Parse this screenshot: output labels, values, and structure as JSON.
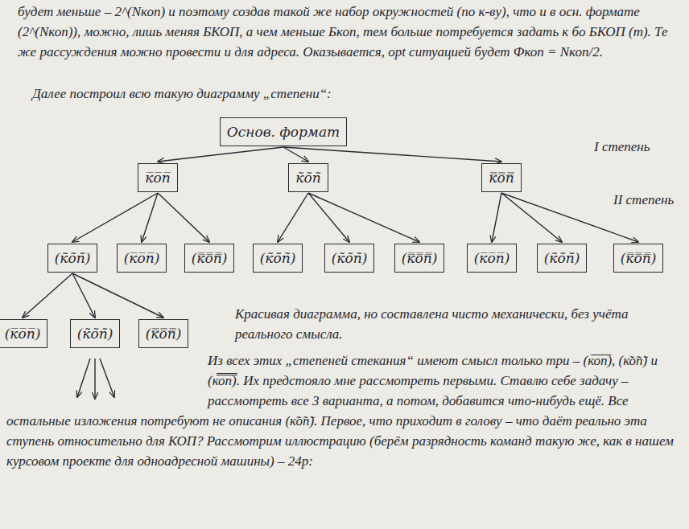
{
  "diagram": {
    "nodes": [
      {
        "text": [
          "Основ. формат"
        ]
      },
      {
        "text": [
          "к̅о̅п̅"
        ]
      },
      {
        "text": [
          "к̃о̃п̃"
        ]
      },
      {
        "text": [
          "к̿о̿п̿"
        ]
      },
      {
        "text": [
          "(к̃о̃п̃)"
        ]
      },
      {
        "text": [
          "(к̅о̅п̅)"
        ]
      },
      {
        "text": [
          "(к̿о̿п̿)"
        ]
      },
      {
        "text": [
          "(к̃о̃п̃)"
        ]
      },
      {
        "text": [
          "(к̃о̃п̃)"
        ]
      },
      {
        "text": [
          "(к̿о̿п̿)"
        ]
      },
      {
        "text": [
          "(к̅о̅п̅)"
        ]
      },
      {
        "text": [
          "(к̃о̃п̃)"
        ]
      },
      {
        "text": [
          "(к̿о̿п̿)"
        ]
      },
      {
        "text": [
          "(к̅о̅п̅)"
        ]
      },
      {
        "text": [
          "(к̃о̃п̃)"
        ]
      },
      {
        "text": [
          "(к̿о̿п̿)"
        ]
      }
    ],
    "edges": [
      {
        "from": 0,
        "to": 1,
        "arrow": "to"
      },
      {
        "from": 0,
        "to": 2,
        "arrow": "to"
      },
      {
        "from": 0,
        "to": 3,
        "arrow": "to"
      },
      {
        "from": 1,
        "to": 4,
        "arrow": "to"
      },
      {
        "from": 1,
        "to": 5,
        "arrow": "to"
      },
      {
        "from": 1,
        "to": 6,
        "arrow": "to"
      },
      {
        "from": 2,
        "to": 7,
        "arrow": "to"
      },
      {
        "from": 2,
        "to": 8,
        "arrow": "to"
      },
      {
        "from": 2,
        "to": 9,
        "arrow": "to"
      },
      {
        "from": 3,
        "to": 10,
        "arrow": "to"
      },
      {
        "from": 3,
        "to": 11,
        "arrow": "to"
      },
      {
        "from": 3,
        "to": 12,
        "arrow": "to"
      },
      {
        "from": 4,
        "to": 13,
        "arrow": "to"
      },
      {
        "from": 4,
        "to": 14,
        "arrow": "to"
      },
      {
        "from": 4,
        "to": 15,
        "arrow": "to"
      }
    ],
    "labels": [
      "будет меньше – 2^(Nкоп) и поэтому создав такой же набор окружностей (по к-ву), что и в осн. формате (2^(Nкоп)), можно, лишь меняя БКОП, а чем меньше Бкоп, тем больше потребуется задать к бо БКОП (m). Те же рассуждения можно провести и для адреса. Оказывается, opt ситуацией будет Фкоп = Nкоп/2.",
      "Далее построил всю такую диаграмму „степени“:",
      "I степень",
      "II степень",
      "Красивая диаграмма, но составлена чисто механически, без учёта реального смысла.",
      "Из всех этих „степеней стекания“ имеют смысл только три – (к̅о̅п̅), (к̃о̃п̃) и (к̿о̿п̿). Их предстояло мне рассмотреть первыми. Ставлю себе задачу – рассмотреть все 3 варианта, а потом, добавится что-нибудь ещё. Все остальные изложения потребуют не описания (к̃о̃п̃). Первое, что приходит в голову – что даёт реально эта ступень относительно для КОП? Рассмотрим иллюстрацию (берём разрядность команд такую же, как в нашем курсовом проекте для одноадресной машины) – 24р:"
    ]
  }
}
